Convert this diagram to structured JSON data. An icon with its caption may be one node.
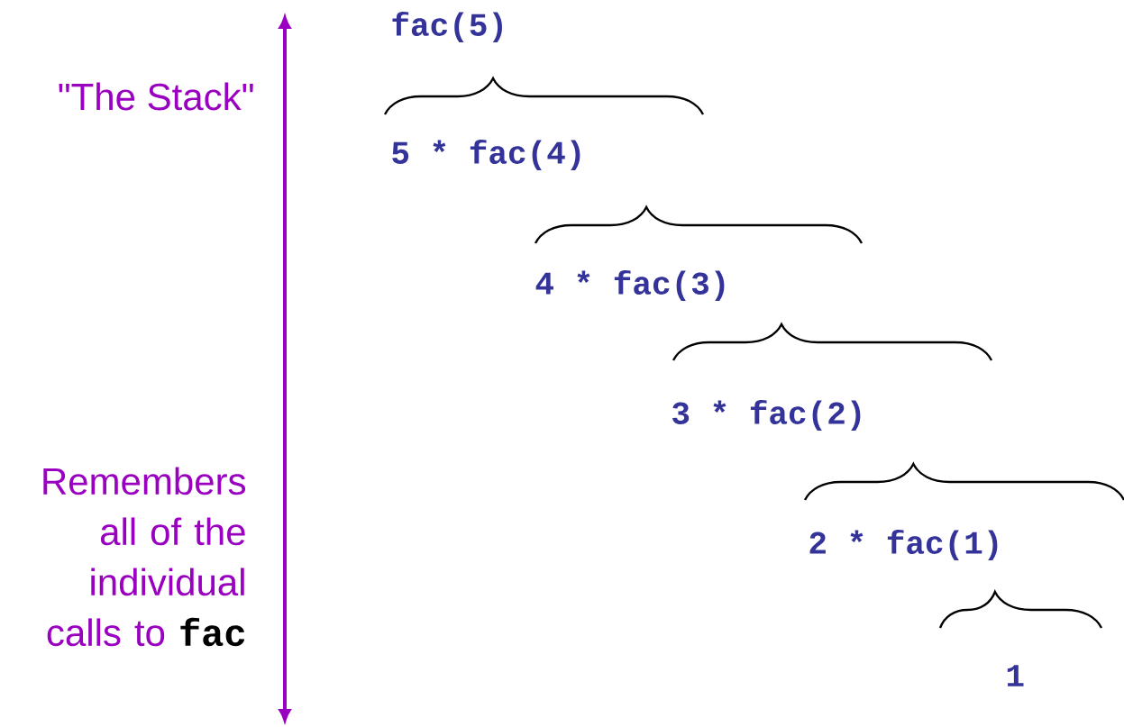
{
  "diagram": {
    "labels": [
      "fac(5)",
      "\"The Stack\"",
      "5 * fac(4)",
      "4 * fac(3)",
      "3 * fac(2)",
      "2 * fac(1)",
      "1",
      "Remembers all of the individual calls to",
      "fac"
    ]
  }
}
